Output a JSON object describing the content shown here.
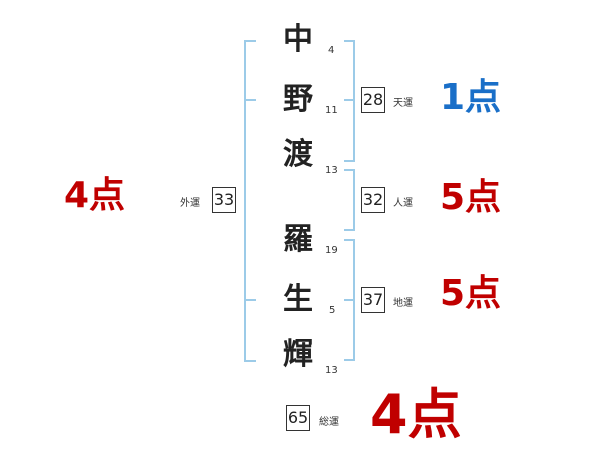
{
  "characters": [
    {
      "char": "中",
      "strokes": "4"
    },
    {
      "char": "野",
      "strokes": "11"
    },
    {
      "char": "渡",
      "strokes": "13"
    },
    {
      "char": "羅",
      "strokes": "19"
    },
    {
      "char": "生",
      "strokes": "5"
    },
    {
      "char": "輝",
      "strokes": "13"
    }
  ],
  "fortunes": {
    "tenun": {
      "label": "天運",
      "value": "28",
      "score": "1点",
      "color": "#1a6fc8"
    },
    "jinun": {
      "label": "人運",
      "value": "32",
      "score": "5点",
      "color": "#c00000"
    },
    "chiun": {
      "label": "地運",
      "value": "37",
      "score": "5点",
      "color": "#c00000"
    },
    "gaiun": {
      "label": "外運",
      "value": "33",
      "score": "4点",
      "color": "#c00000"
    },
    "souun": {
      "label": "総運",
      "value": "65",
      "score": "4点",
      "color": "#c00000"
    }
  }
}
